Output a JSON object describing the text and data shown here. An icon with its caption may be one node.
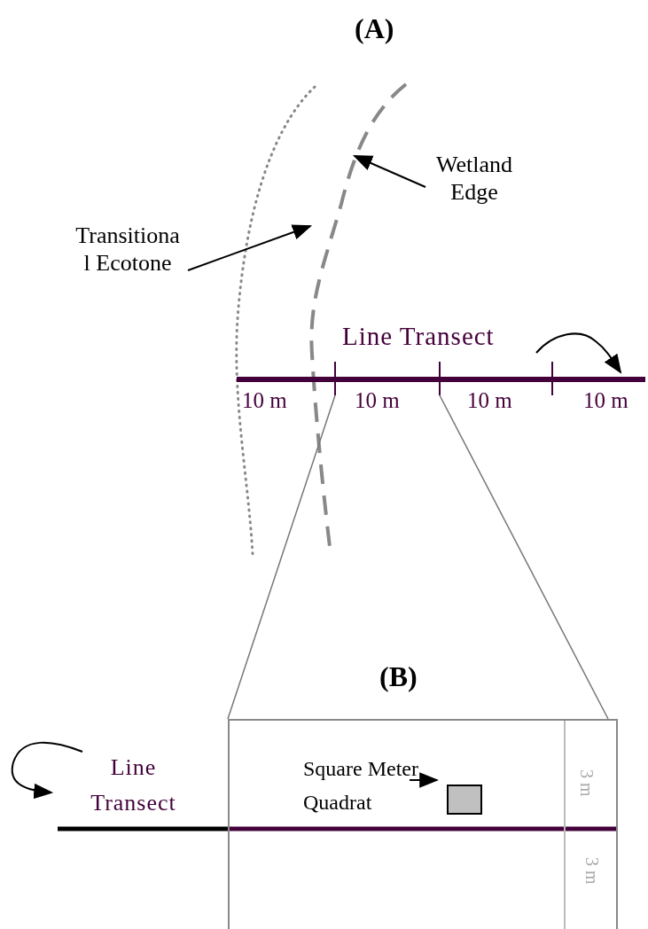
{
  "diagram": {
    "nodes": [
      {
        "text": [
          "Wetland Edge"
        ]
      },
      {
        "text": [
          "Transitiona l Ecotone"
        ]
      },
      {
        "text": [],
        "shape": "line"
      },
      {
        "text": [],
        "shape": "box"
      },
      {
        "text": [
          "Square Meter Quadrat"
        ],
        "in": 3
      },
      {
        "text": [],
        "shape": "box",
        "in": 3
      }
    ],
    "edges": [
      {
        "from": 0,
        "to": null,
        "arrow": "to"
      },
      {
        "from": 1,
        "to": null,
        "arrow": "to"
      },
      {
        "from": 2,
        "to": 3,
        "arrow": "none",
        "color": "#777777"
      },
      {
        "from": 2,
        "to": 3,
        "arrow": "none",
        "color": "#777777"
      },
      {
        "from": 4,
        "to": 5,
        "arrow": "to"
      }
    ],
    "labels": [
      "(A)",
      "Line Transect",
      "10 m",
      "10 m",
      "10 m",
      "10 m",
      "(B)",
      "Line Transect",
      "3 m",
      "3 m"
    ]
  }
}
